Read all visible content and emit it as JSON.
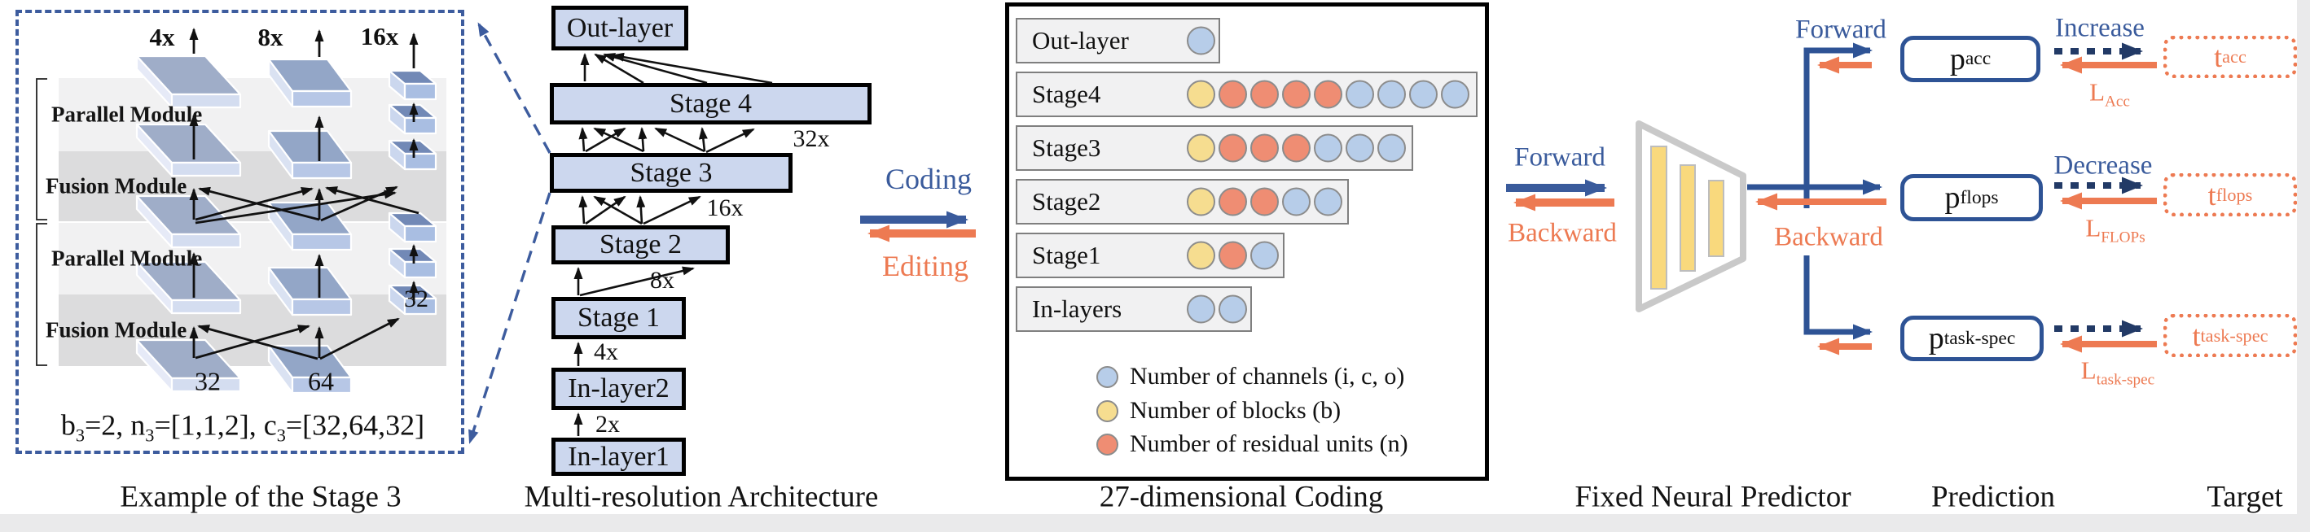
{
  "colors": {
    "blue": "#3a5b9c",
    "navy": "#223a66",
    "orange": "#ed7a52",
    "arch_box_fill": "#ccd7ee",
    "circle": {
      "channels": "#b7cde9",
      "blocks": "#f6dd90",
      "units": "#ef8d73"
    }
  },
  "stage3_example": {
    "caption": "Example of the Stage 3",
    "col_headers": [
      "4x",
      "8x",
      "16x"
    ],
    "band_labels": [
      "Parallel Module",
      "Fusion Module",
      "Parallel Module",
      "Fusion Module"
    ],
    "channel_labels": [
      "32",
      "64",
      "32"
    ],
    "formula_segments": [
      {
        "t": "b"
      },
      {
        "sub": "3"
      },
      {
        "t": "=2, n"
      },
      {
        "sub": "3"
      },
      {
        "t": "=[1,1,2], c"
      },
      {
        "sub": "3"
      },
      {
        "t": "=[32,64,32]"
      }
    ]
  },
  "architecture": {
    "caption": "Multi-resolution Architecture",
    "boxes": [
      {
        "label": "Out-layer",
        "scale": ""
      },
      {
        "label": "Stage 4",
        "scale": "32x"
      },
      {
        "label": "Stage 3",
        "scale": "16x"
      },
      {
        "label": "Stage 2",
        "scale": "8x"
      },
      {
        "label": "Stage 1",
        "scale": "4x"
      },
      {
        "label": "In-layer2",
        "scale": "2x"
      },
      {
        "label": "In-layer1",
        "scale": ""
      }
    ]
  },
  "transforms": {
    "coding": "Coding",
    "editing": "Editing"
  },
  "coding_panel": {
    "caption": "27-dimensional Coding",
    "rows": [
      {
        "label": "Out-layer",
        "circles": [
          "channels"
        ]
      },
      {
        "label": "Stage4",
        "circles": [
          "blocks",
          "units",
          "units",
          "units",
          "units",
          "channels",
          "channels",
          "channels",
          "channels"
        ]
      },
      {
        "label": "Stage3",
        "circles": [
          "blocks",
          "units",
          "units",
          "units",
          "channels",
          "channels",
          "channels"
        ]
      },
      {
        "label": "Stage2",
        "circles": [
          "blocks",
          "units",
          "units",
          "channels",
          "channels"
        ]
      },
      {
        "label": "Stage1",
        "circles": [
          "blocks",
          "units",
          "channels"
        ]
      },
      {
        "label": "In-layers",
        "circles": [
          "channels",
          "channels"
        ]
      }
    ],
    "legend": [
      {
        "type": "channels",
        "text": "Number of channels (i, c, o)"
      },
      {
        "type": "blocks",
        "text": "Number of blocks (b)"
      },
      {
        "type": "units",
        "text": "Number of residual units (n)"
      }
    ]
  },
  "predictor": {
    "caption": "Fixed Neural Predictor",
    "forward": "Forward",
    "backward": "Backward"
  },
  "prediction": {
    "caption": "Prediction",
    "forward": "Forward",
    "backward": "Backward",
    "rows": [
      {
        "p": "p",
        "p_sub": "acc",
        "change": "Increase",
        "loss": "L",
        "loss_sub": "Acc",
        "t": "t",
        "t_sub": "acc"
      },
      {
        "p": "p",
        "p_sub": "flops",
        "change": "Decrease",
        "loss": "L",
        "loss_sub": "FLOPs",
        "t": "t",
        "t_sub": "flops"
      },
      {
        "p": "p",
        "p_sub": "task-spec",
        "change": "",
        "loss": "L",
        "loss_sub": "task-spec",
        "t": "t",
        "t_sub": "task-spec"
      }
    ]
  },
  "target_caption": "Target"
}
